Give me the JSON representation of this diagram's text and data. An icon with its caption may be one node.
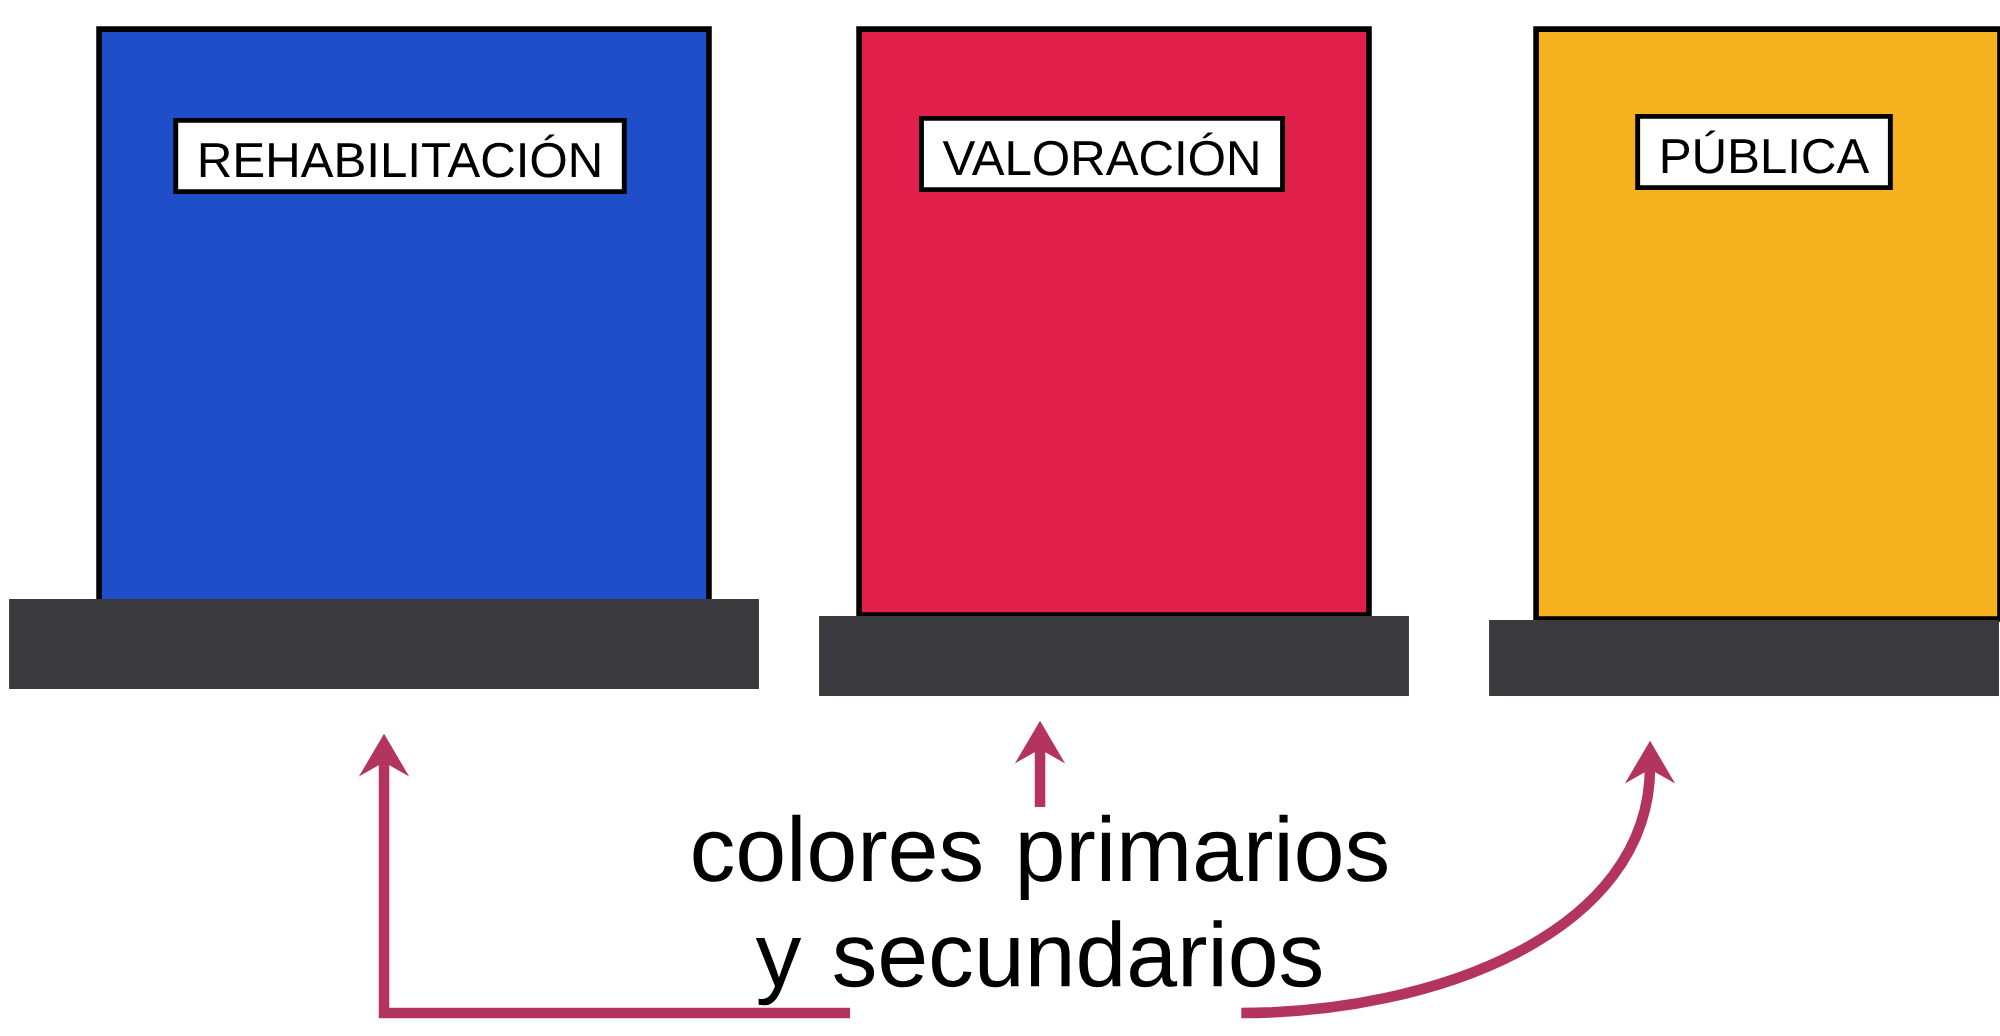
{
  "diagram": {
    "nodes": [
      {
        "text": [
          "REHABILITACIÓN"
        ]
      },
      {
        "text": [
          "VALORACIÓN"
        ]
      },
      {
        "text": [
          "PÚBLICA"
        ]
      },
      {
        "text": [],
        "shape": "bar"
      },
      {
        "text": [],
        "shape": "bar"
      },
      {
        "text": [],
        "shape": "bar"
      },
      {
        "text": [
          "colores primarios y secundarios"
        ]
      }
    ],
    "edges": [
      {
        "from": 6,
        "to": 3,
        "arrow": "to"
      },
      {
        "from": 6,
        "to": 4,
        "arrow": "to"
      },
      {
        "from": 6,
        "to": 5,
        "arrow": "to"
      }
    ]
  }
}
